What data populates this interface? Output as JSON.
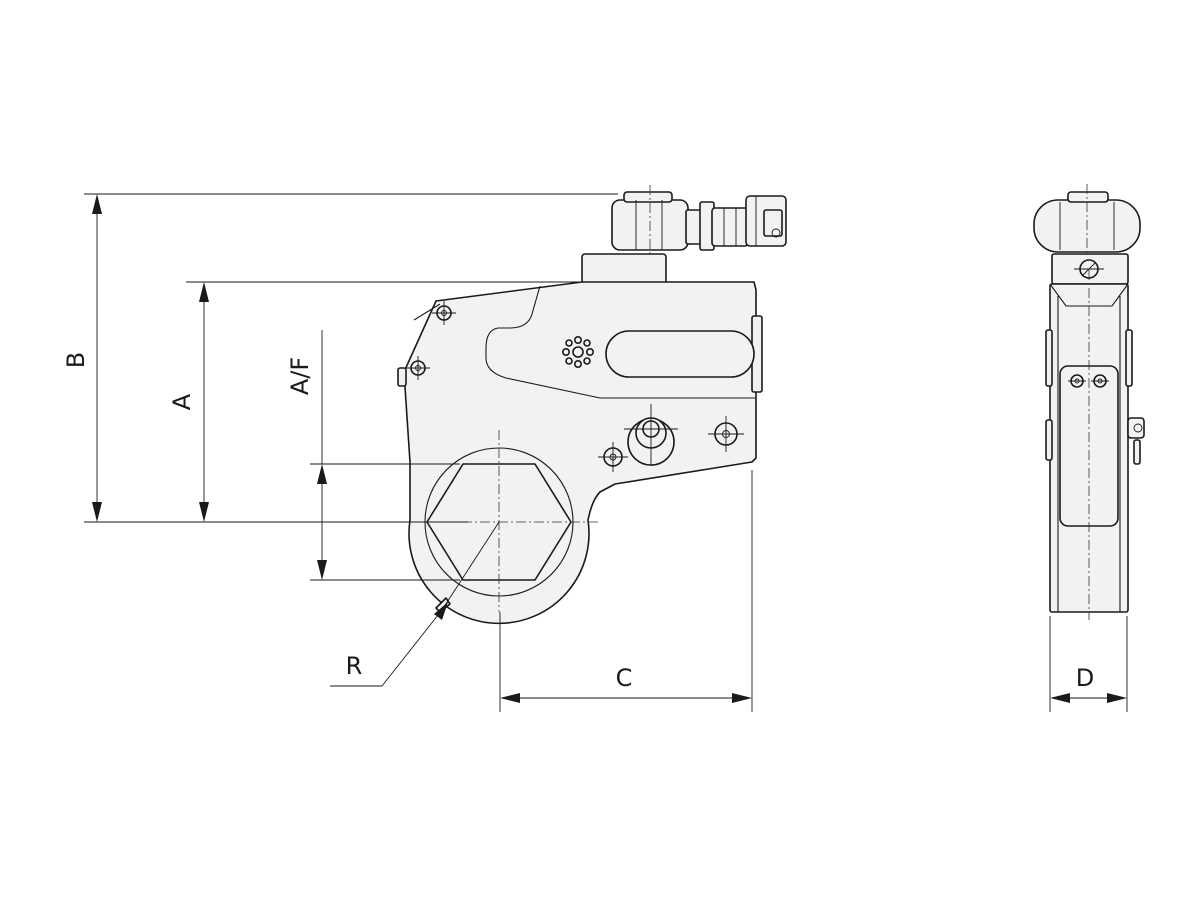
{
  "labels": {
    "b": "B",
    "a": "A",
    "af": "A/F",
    "r": "R",
    "c": "C",
    "d": "D"
  }
}
